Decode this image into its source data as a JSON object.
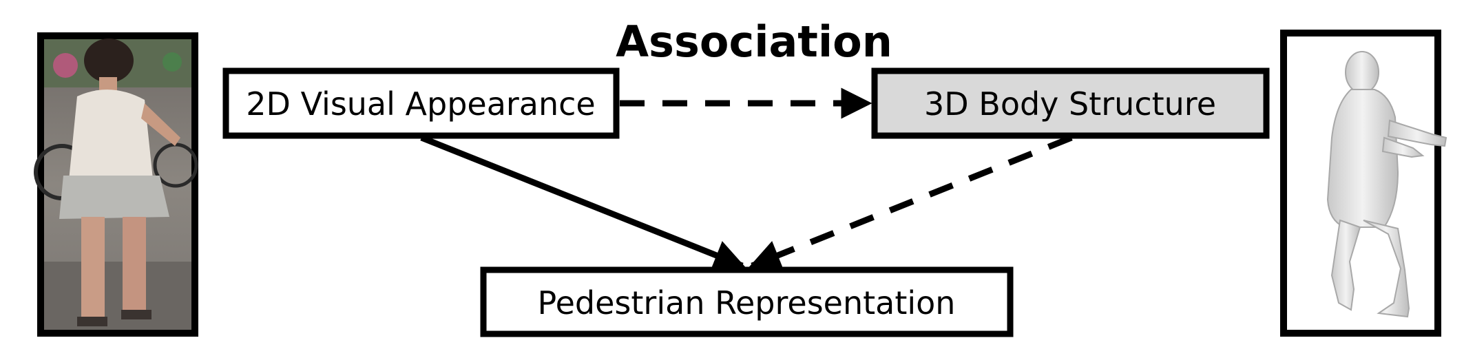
{
  "title": "Association",
  "nodes": {
    "appearance": {
      "label": "2D Visual Appearance"
    },
    "structure": {
      "label": "3D Body Structure"
    },
    "representation": {
      "label": "Pedestrian Representation"
    }
  },
  "images": {
    "left": {
      "icon": "pedestrian-photo-icon"
    },
    "right": {
      "icon": "3d-body-mesh-icon"
    }
  },
  "colors": {
    "stroke": "#000000",
    "structure_fill": "#d9d9d9",
    "box_fill": "#ffffff"
  }
}
